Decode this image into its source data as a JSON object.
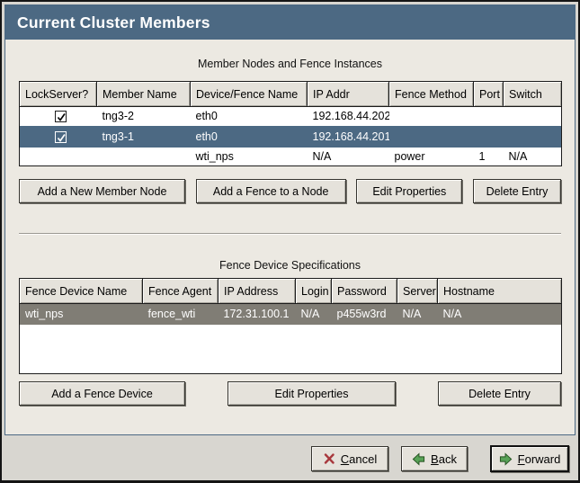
{
  "window": {
    "title": "Current Cluster Members"
  },
  "colors": {
    "titlebar_bg": "#4c6983",
    "selection_active_bg": "#4c6983",
    "selection_inactive_bg": "#807d75",
    "panel_bg": "#ece9e2",
    "window_bg": "#d8d6d0",
    "button_bg": "#e5e2db",
    "cancel_icon_red": "#a8393d",
    "arrow_icon_green": "#58a257"
  },
  "members_section": {
    "label": "Member Nodes and Fence Instances",
    "table": {
      "columns": [
        "LockServer?",
        "Member Name",
        "Device/Fence Name",
        "IP Addr",
        "Fence Method",
        "Port",
        "Switch"
      ],
      "rows": [
        {
          "lockserver_checked": true,
          "member_name": "tng3-2",
          "device_fence_name": "eth0",
          "ip_addr": "192.168.44.202",
          "fence_method": "",
          "port": "",
          "switch": "",
          "selected": false
        },
        {
          "lockserver_checked": true,
          "member_name": "tng3-1",
          "device_fence_name": "eth0",
          "ip_addr": "192.168.44.201",
          "fence_method": "",
          "port": "",
          "switch": "",
          "selected": true
        },
        {
          "lockserver_checked": null,
          "member_name": "",
          "device_fence_name": "wti_nps",
          "ip_addr": "N/A",
          "fence_method": "power",
          "port": "1",
          "switch": "N/A",
          "selected": false
        }
      ]
    },
    "buttons": {
      "add_member": "Add a New Member Node",
      "add_fence": "Add a Fence to a Node",
      "edit_properties": "Edit Properties",
      "delete_entry": "Delete Entry"
    }
  },
  "fence_section": {
    "label": "Fence Device Specifications",
    "table": {
      "columns": [
        "Fence Device Name",
        "Fence Agent",
        "IP Address",
        "Login",
        "Password",
        "Server",
        "Hostname"
      ],
      "rows": [
        {
          "fence_device_name": "wti_nps",
          "fence_agent": "fence_wti",
          "ip_address": "172.31.100.1",
          "login": "N/A",
          "password": "p455w3rd",
          "server": "N/A",
          "hostname": "N/A",
          "selected": true
        }
      ]
    },
    "buttons": {
      "add_fence_device": "Add a Fence Device",
      "edit_properties": "Edit Properties",
      "delete_entry": "Delete Entry"
    }
  },
  "footer": {
    "cancel": {
      "icon": "cancel-x-icon",
      "mnemonic": "C",
      "rest": "ancel"
    },
    "back": {
      "icon": "arrow-left-icon",
      "mnemonic": "B",
      "rest": "ack"
    },
    "forward": {
      "icon": "arrow-right-icon",
      "mnemonic": "F",
      "rest": "orward",
      "is_default": true
    }
  }
}
